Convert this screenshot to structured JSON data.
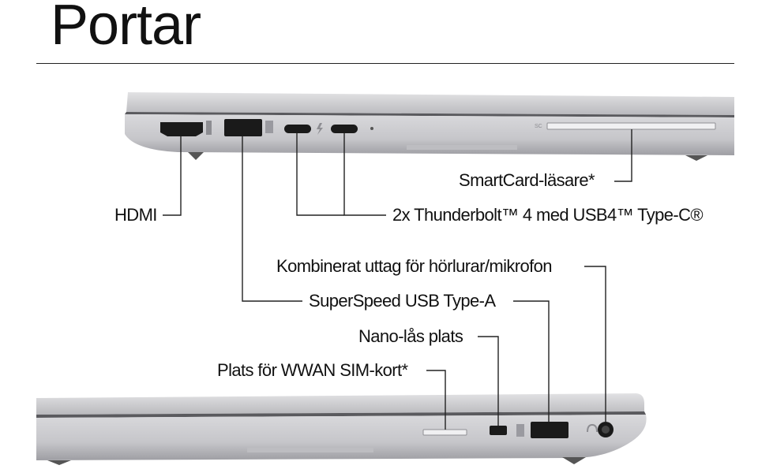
{
  "title": "Portar",
  "labels": {
    "smartcard": "SmartCard-läsare*",
    "hdmi": "HDMI",
    "thunderbolt": "2x Thunderbolt™ 4 med USB4™ Type-C®",
    "audio_combo": "Kombinerat uttag för hörlurar/mikrofon",
    "usb_a": "SuperSpeed USB Type-A",
    "nano_lock": "Nano-lås plats",
    "sim_slot": "Plats för WWAN SIM-kort*"
  },
  "engravings": {
    "smartcard_mark": "SC"
  },
  "colors": {
    "chassis": "#c9c9cb",
    "chassis_dark": "#a9a9ad",
    "port_black": "#1a1a1a",
    "line": "#222222"
  }
}
